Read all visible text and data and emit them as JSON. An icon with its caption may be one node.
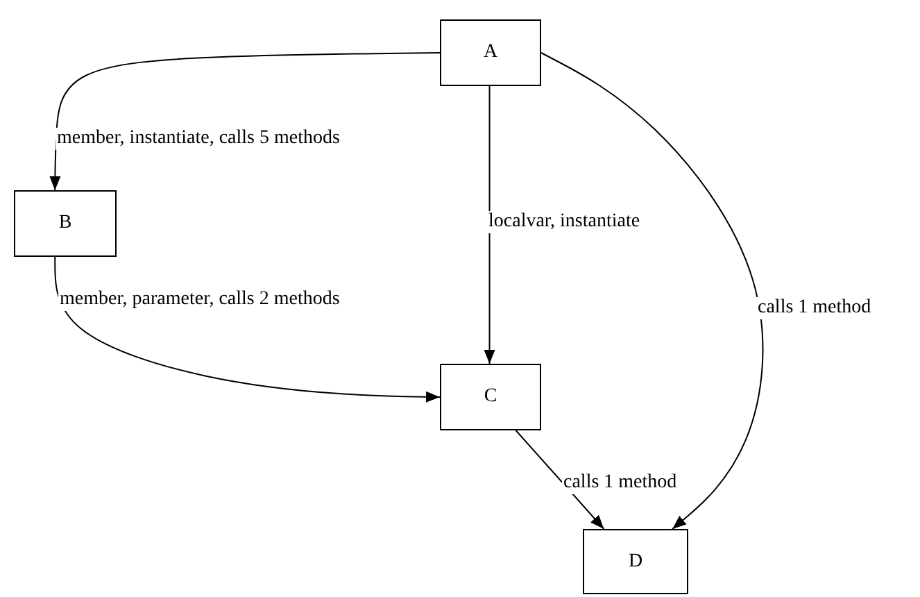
{
  "diagram": {
    "nodes": [
      {
        "text": [
          "A"
        ]
      },
      {
        "text": [
          "B"
        ]
      },
      {
        "text": [
          "C"
        ]
      },
      {
        "text": [
          "D"
        ]
      }
    ],
    "edges": [
      {
        "from": 0,
        "to": 1,
        "arrow": "to",
        "label": "member, instantiate, calls 5 methods"
      },
      {
        "from": 0,
        "to": 2,
        "arrow": "to",
        "label": "localvar, instantiate"
      },
      {
        "from": 0,
        "to": 3,
        "arrow": "to",
        "label": "calls 1 method"
      },
      {
        "from": 1,
        "to": 2,
        "arrow": "to",
        "label": "member, parameter, calls 2 methods"
      },
      {
        "from": 2,
        "to": 3,
        "arrow": "to",
        "label": "calls 1 method"
      }
    ]
  }
}
